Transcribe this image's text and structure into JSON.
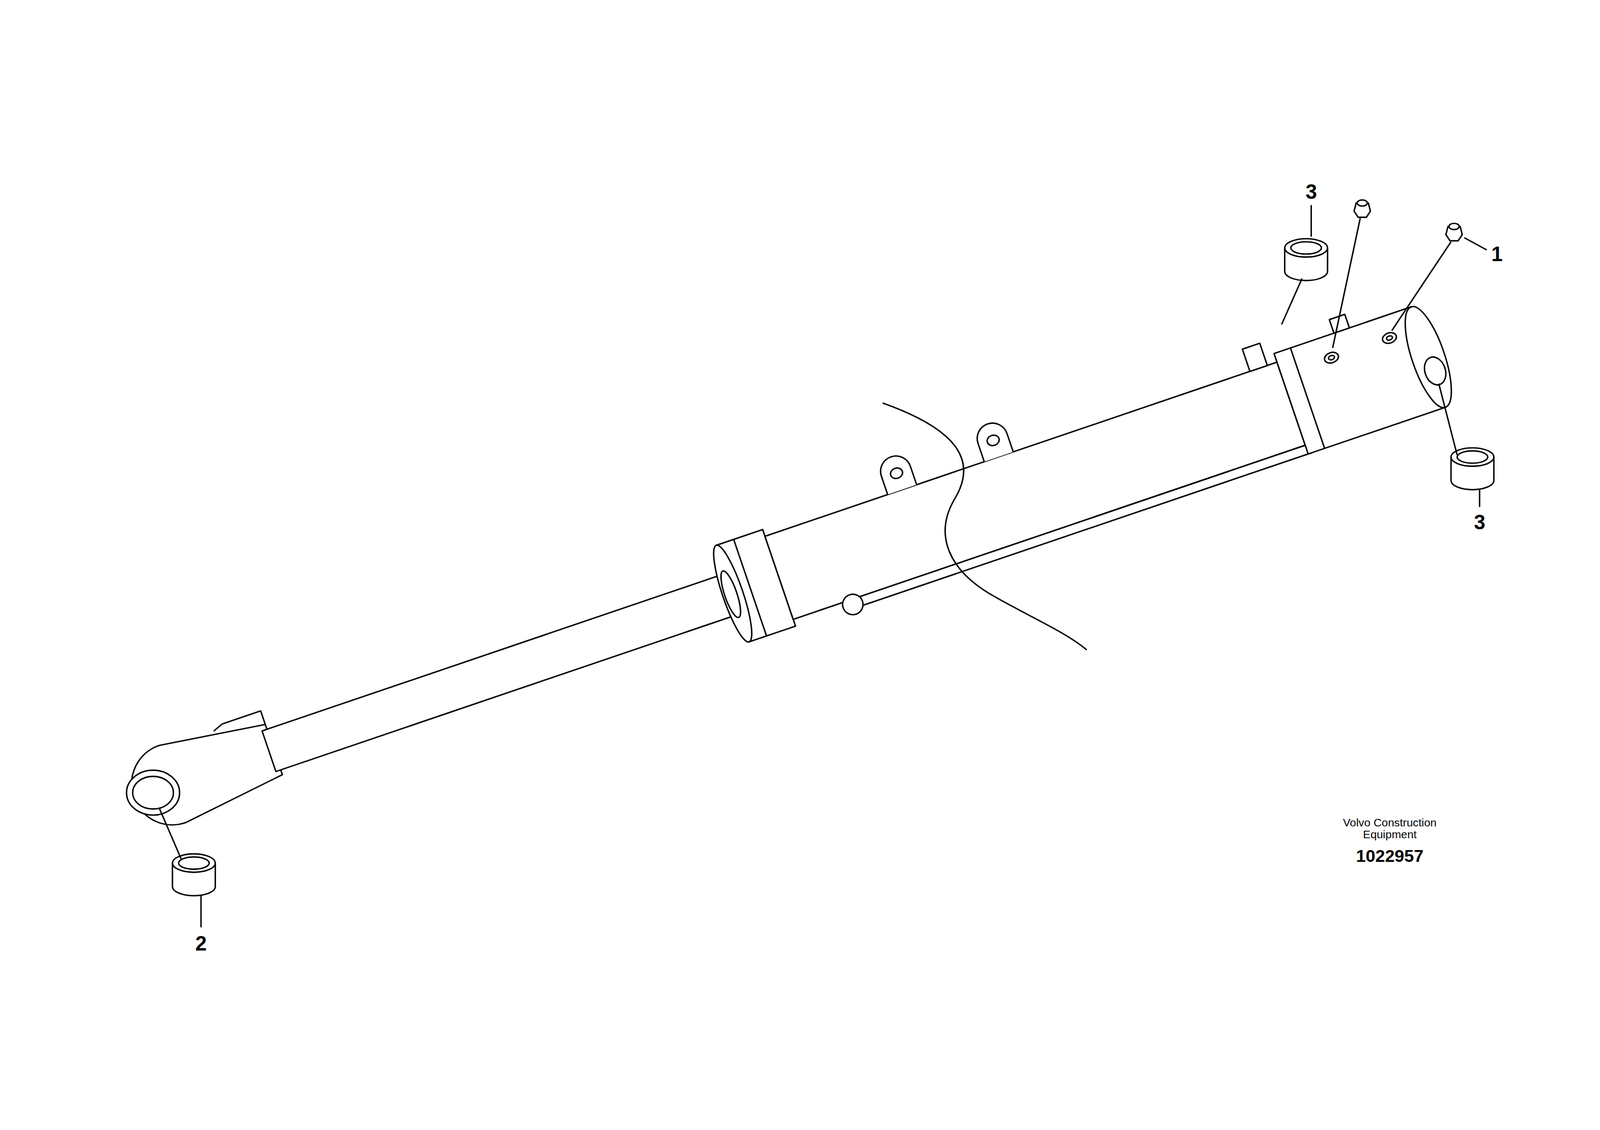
{
  "diagram": {
    "labels": [
      "3",
      "1",
      "3",
      "2",
      "Volvo Construction Equipment",
      "1022957"
    ]
  }
}
